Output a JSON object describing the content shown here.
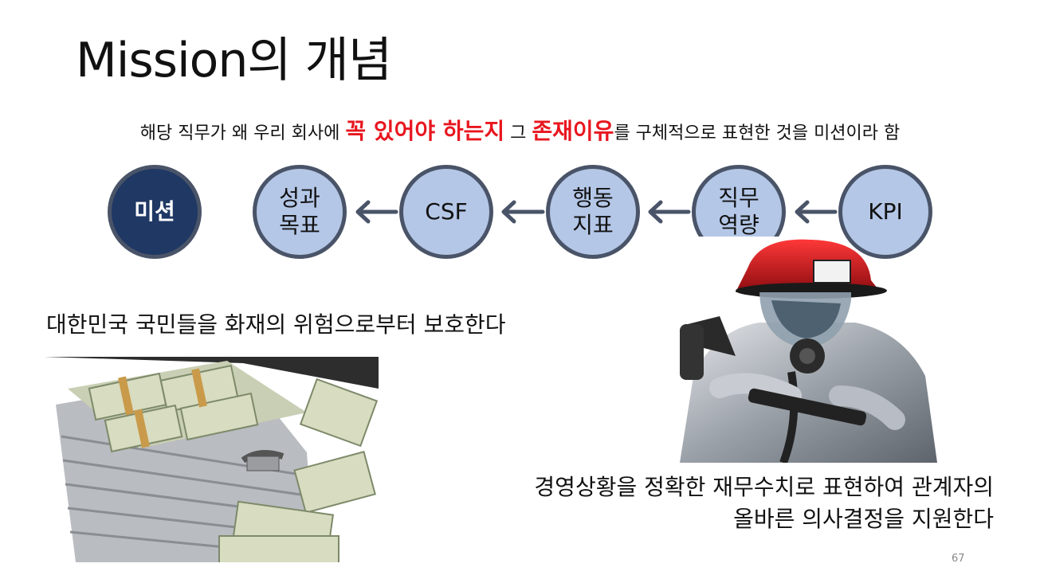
{
  "slide": {
    "title": "Mission의 개념",
    "subtitle": {
      "part1": "해당 직무가 왜 우리 회사에 ",
      "highlight1": "꼭 있어야 하는지",
      "part2": " 그 ",
      "highlight2": "존재이유",
      "part3": "를 구체적으로 표현한 것을 미션이라 함",
      "highlight_color": "#e8161f"
    },
    "flow": [
      {
        "label": "미션"
      },
      {
        "label": "성과\n목표"
      },
      {
        "label": "CSF"
      },
      {
        "label": "행동\n지표"
      },
      {
        "label": "직무\n역량"
      },
      {
        "label": "KPI"
      }
    ],
    "colors": {
      "circle_fill": "#b4c7e7",
      "mission_fill": "#1f3864",
      "circle_border": "#4a5468",
      "arrow": "#4a5468"
    },
    "examples": {
      "firefighter": "대한민국 국민들을 화재의 위험으로부터 보호한다",
      "accounting": "경영상황을 정확한 재무수치로 표현하여 관계자의\n올바른 의사결정을 지원한다"
    },
    "images": {
      "money": "money-briefcase-photo",
      "firefighter": "firefighter-photo"
    },
    "page_number": "67"
  }
}
